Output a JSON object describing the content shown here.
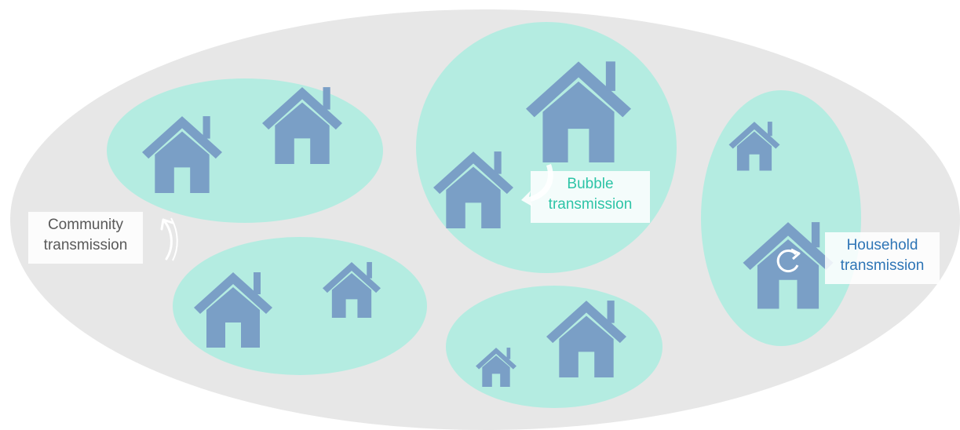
{
  "colors": {
    "background": "#ffffff",
    "community": "#e7e7e7",
    "bubble": "#b4ece1",
    "house": "#7a9fc6",
    "arrow": "#ffffff",
    "community_text": "#595959",
    "bubble_text": "#2ec4a7",
    "household_text": "#2e75b6"
  },
  "labels": {
    "community": [
      "Community",
      "transmission"
    ],
    "bubble": [
      "Bubble",
      "transmission"
    ],
    "household": [
      "Household",
      "transmission"
    ]
  },
  "icons": {
    "house": "house-icon",
    "transmission_arrow": "curved-arrow-icon",
    "household_cycle": "circular-arrow-icon"
  }
}
